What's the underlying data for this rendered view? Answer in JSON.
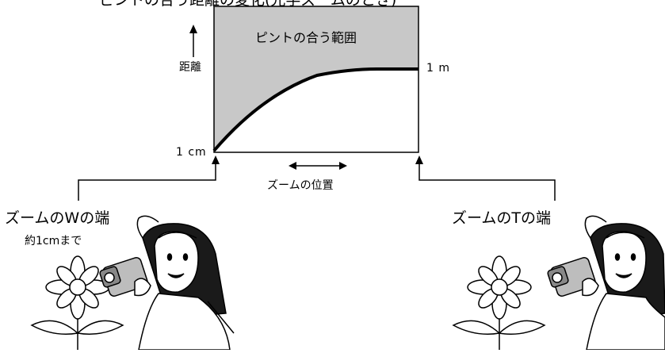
{
  "diagram": {
    "title": "ピントの合う距離の変化(光学ズームのとき)",
    "focus_range_label": "ピントの合う範囲",
    "y_axis_label": "距離",
    "max_distance_label": "1 m",
    "min_distance_label": "1 cm",
    "x_axis_label": "ズームの位置",
    "wide_end_label": "ズームのWの端",
    "wide_end_note": "約1cmまで",
    "tele_end_label": "ズームのTの端"
  },
  "colors": {
    "focus_fill": "#c8c8c8",
    "line": "#000000"
  },
  "illustrations": [
    "flower-illustration",
    "girl-with-camcorder-illustration"
  ]
}
